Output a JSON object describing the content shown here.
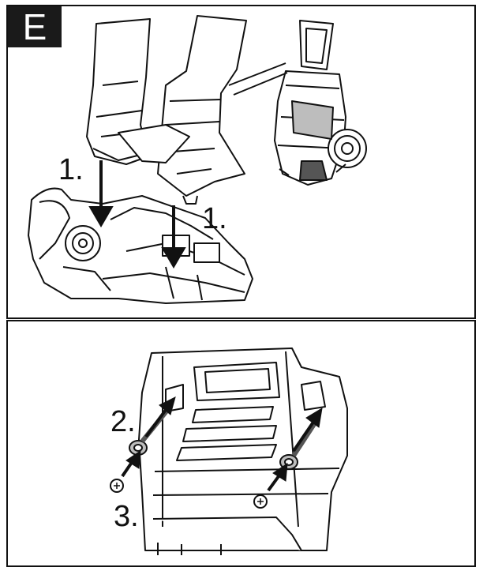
{
  "section_badge": "E",
  "top_panel": {
    "step_left": "1.",
    "step_right": "1."
  },
  "bottom_panel": {
    "step_screw": "2.",
    "step_washer": "3."
  },
  "colors": {
    "line": "#111111",
    "badge_bg": "#1a1a1a",
    "badge_text": "#ffffff",
    "shade": "#bdbdbd"
  }
}
